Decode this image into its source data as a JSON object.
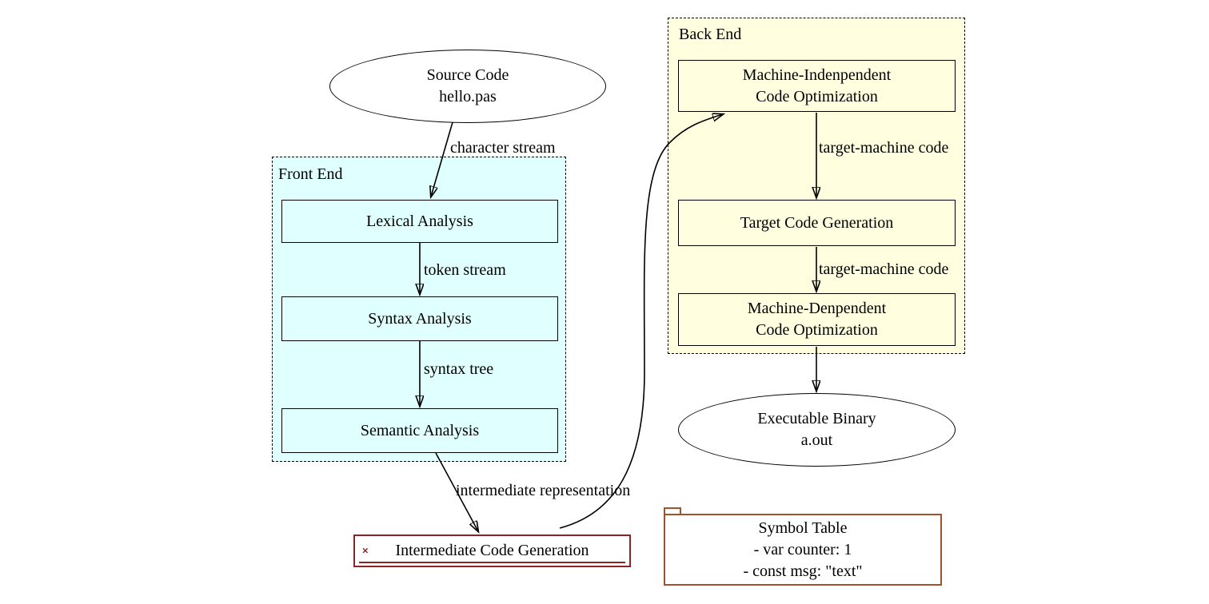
{
  "diagram": {
    "title": "compiler pipeline flowchart",
    "clusters": {
      "front_end": {
        "label": "Front End",
        "fill": "#e0ffff",
        "border_style": "dashed"
      },
      "back_end": {
        "label": "Back End",
        "fill": "#ffffe0",
        "border_style": "dashed"
      }
    },
    "nodes": {
      "source_code": {
        "shape": "ellipse",
        "line1": "Source Code",
        "line2": "hello.pas"
      },
      "lexical_analysis": {
        "shape": "box",
        "label": "Lexical Analysis"
      },
      "syntax_analysis": {
        "shape": "box",
        "label": "Syntax Analysis"
      },
      "semantic_analysis": {
        "shape": "box",
        "label": "Semantic Analysis"
      },
      "intermediate_code_generation": {
        "shape": "box",
        "label": "Intermediate Code Generation",
        "broken_image_marker": "×",
        "accent_color": "#8b2424"
      },
      "machine_independent_opt": {
        "shape": "box",
        "line1": "Machine-Indenpendent",
        "line2": "Code Optimization"
      },
      "target_code_generation": {
        "shape": "box",
        "label": "Target Code Generation"
      },
      "machine_dependent_opt": {
        "shape": "box",
        "line1": "Machine-Denpendent",
        "line2": "Code Optimization"
      },
      "executable_binary": {
        "shape": "ellipse",
        "line1": "Executable Binary",
        "line2": "a.out"
      },
      "symbol_table": {
        "shape": "tab",
        "line1": "Symbol Table",
        "line2": "- var counter: 1",
        "line3": "- const msg: \"text\"",
        "border_color": "#a0522d"
      }
    },
    "edges": {
      "source_to_lexical": {
        "label": "character stream"
      },
      "lexical_to_syntax": {
        "label": "token stream"
      },
      "syntax_to_semantic": {
        "label": "syntax tree"
      },
      "semantic_to_icg": {
        "label": "intermediate representation"
      },
      "icg_to_machine_independent": {
        "label": ""
      },
      "machine_independent_to_target": {
        "label": "target-machine code"
      },
      "target_to_machine_dependent": {
        "label": "target-machine code"
      },
      "machine_dependent_to_executable": {
        "label": ""
      }
    },
    "colors": {
      "edge_stroke": "#000000",
      "node_border": "#000000",
      "front_end_fill": "#e0ffff",
      "back_end_fill": "#ffffe0",
      "icg_accent": "#8b2424",
      "symbol_table_border": "#a0522d",
      "background": "#ffffff"
    }
  }
}
